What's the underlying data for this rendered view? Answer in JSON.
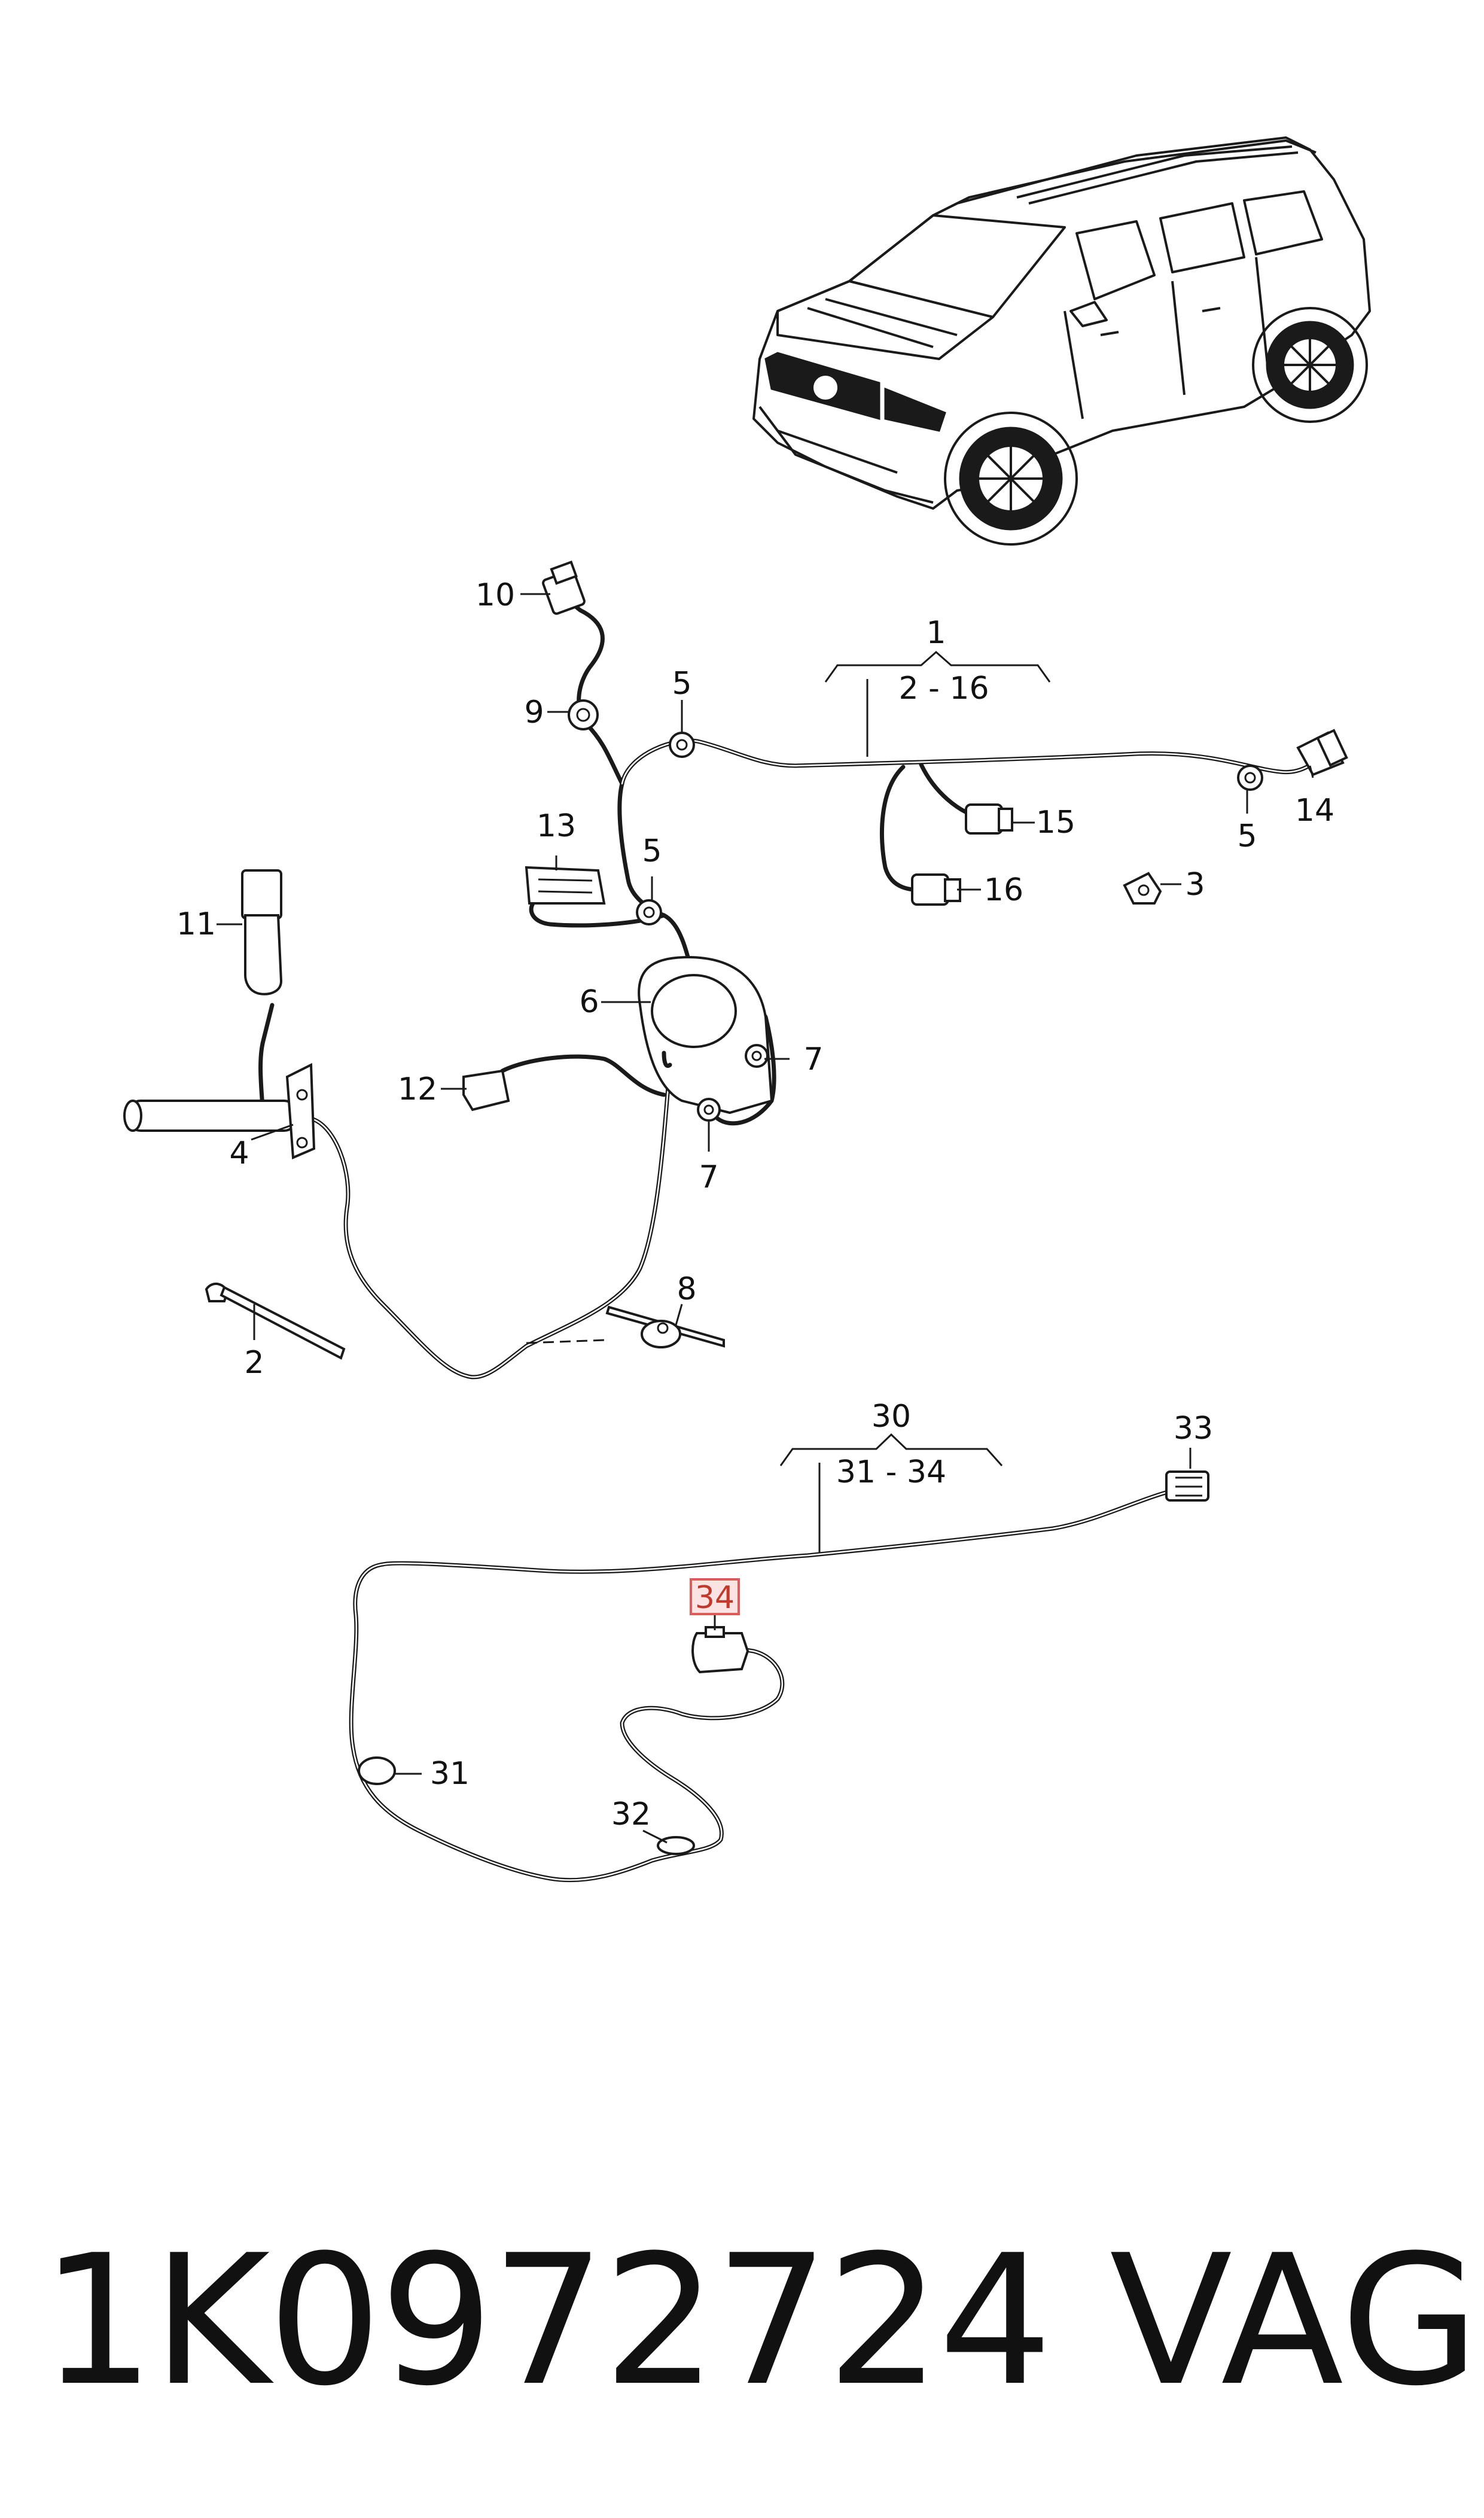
{
  "callouts": {
    "c1": "1",
    "c1_range": "2 - 16",
    "c2": "2",
    "c3": "3",
    "c4": "4",
    "c5a": "5",
    "c5b": "5",
    "c5c": "5",
    "c6": "6",
    "c7a": "7",
    "c7b": "7",
    "c8": "8",
    "c9": "9",
    "c10": "10",
    "c11": "11",
    "c12": "12",
    "c13": "13",
    "c14": "14",
    "c15": "15",
    "c16": "16",
    "c30": "30",
    "c30_range": "31 - 34",
    "c31": "31",
    "c32": "32",
    "c33": "33",
    "c34": "34"
  },
  "highlight": {
    "part": "34",
    "color": "#e05a5a"
  },
  "footer": {
    "part_number": "1K0972724",
    "manufacturer": "VAG"
  }
}
